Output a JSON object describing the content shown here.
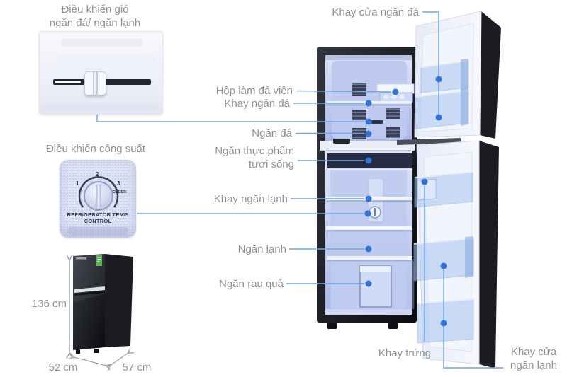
{
  "style": {
    "line_color": "#6fa6de",
    "dot_color": "#3373d8",
    "label_color": "#8e9297",
    "dimension_color": "#939599"
  },
  "controls": {
    "airflow": {
      "label": [
        "Điều khiển gió",
        "ngăn đá/ ngăn lạnh"
      ]
    },
    "power": {
      "label": "Điều khiển công suất",
      "dial_marks": [
        "1",
        "2",
        "3"
      ],
      "dial_colder": "COLDER",
      "dial_caption": [
        "REFRIGERATOR",
        "TEMP. CONTROL"
      ]
    }
  },
  "callouts": {
    "freezer_door_tray": "Khay cửa ngăn đá",
    "ice_cube_box": "Hộp làm đá viên",
    "freezer_tray": "Khay ngăn đá",
    "freezer_compartment": "Ngăn đá",
    "fresh_food_compartment": [
      "Ngăn thực phẩm",
      "tươi sống"
    ],
    "cooler_tray": "Khay ngăn lạnh",
    "cooler_compartment": "Ngăn lạnh",
    "vegetable_drawer": "Ngăn rau quả",
    "egg_tray": "Khay trứng",
    "fridge_door_tray": [
      "Khay cửa",
      "ngăn lạnh"
    ]
  },
  "dimensions": {
    "height": "136 cm",
    "width": "52 cm",
    "depth": "57 cm"
  }
}
